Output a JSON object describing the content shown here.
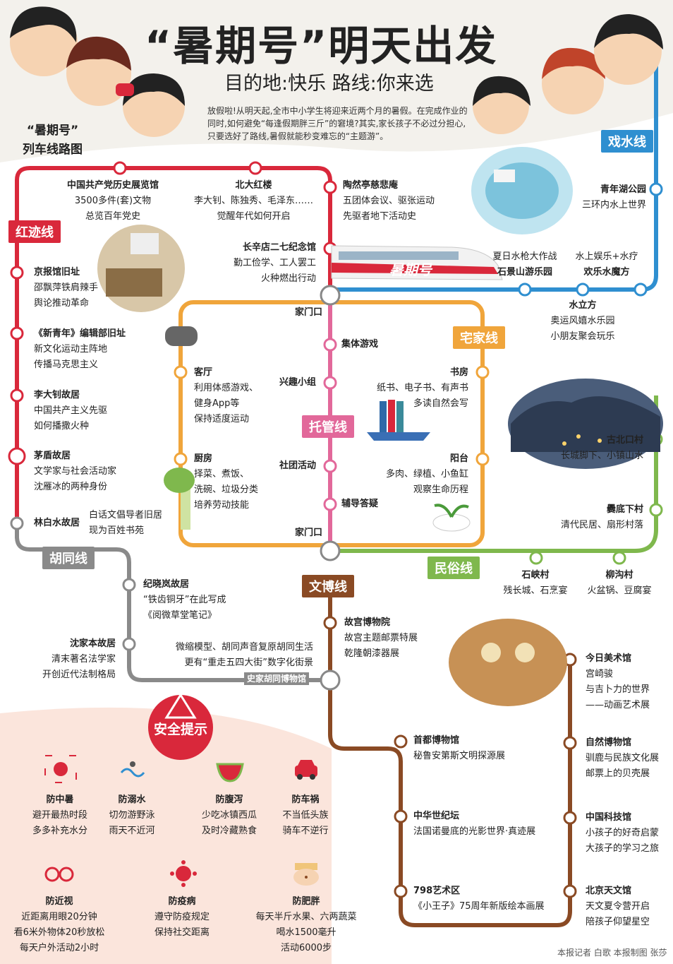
{
  "header": {
    "title": "“暑期号”明天出发",
    "subtitle": "目的地:快乐  路线:你来选",
    "intro": "放假啦!从明天起,全市中小学生将迎来近两个月的暑假。在完成作业的同时,如何避免“每逢假期胖三斤”的窘境?其实,家长孩子不必过分担心,只要选好了路线,暑假就能秒变难忘的“主题游”。",
    "legend_line1": "“暑期号”",
    "legend_line2": "列车线路图",
    "train_label": "暑期号"
  },
  "lines": {
    "red": {
      "name": "红迹线",
      "color": "#d9283b"
    },
    "blue": {
      "name": "戏水线",
      "color": "#2f8fd0"
    },
    "orange": {
      "name": "宅家线",
      "color": "#f0a53b"
    },
    "pink": {
      "name": "托管线",
      "color": "#e2689a"
    },
    "green": {
      "name": "民俗线",
      "color": "#7fb84d"
    },
    "gray": {
      "name": "胡同线",
      "color": "#8a8a8a"
    },
    "brown": {
      "name": "文博线",
      "color": "#8a4a24"
    }
  },
  "stations": {
    "red1": {
      "name": "中国共产党历史展览馆",
      "d1": "3500多件(套)文物",
      "d2": "总览百年党史"
    },
    "red2": {
      "name": "北大红楼",
      "d1": "李大钊、陈独秀、毛泽东……",
      "d2": "觉醒年代如何开启"
    },
    "red3": {
      "name": "陶然亭慈悲庵",
      "d1": "五团体会议、驱张运动",
      "d2": "先驱者地下活动史"
    },
    "red4": {
      "name": "长辛店二七纪念馆",
      "d1": "勤工俭学、工人罢工",
      "d2": "火种燃出行动"
    },
    "red5": {
      "name": "京报馆旧址",
      "d1": "邵飘萍铁肩辣手",
      "d2": "舆论推动革命"
    },
    "red6": {
      "name": "《新青年》编辑部旧址",
      "d1": "新文化运动主阵地",
      "d2": "传播马克思主义"
    },
    "red7": {
      "name": "李大钊故居",
      "d1": "中国共产主义先驱",
      "d2": "如何播撒火种"
    },
    "red8": {
      "name": "茅盾故居",
      "d1": "文学家与社会活动家",
      "d2": "沈雁冰的两种身份"
    },
    "red9": {
      "name": "林白水故居",
      "d1": "白话文倡导者旧居",
      "d2": "现为百姓书苑"
    },
    "blue1": {
      "name": "青年湖公园",
      "d1": "三环内水上世界"
    },
    "blue2": {
      "name": "石景山游乐园",
      "d1": "夏日水枪大作战"
    },
    "blue3": {
      "name": "欢乐水魔方",
      "d1": "水上娱乐+水疗"
    },
    "blue4": {
      "name": "水立方",
      "d1": "奥运风嬉水乐园",
      "d2": "小朋友聚会玩乐"
    },
    "pink_gate_top": "家门口",
    "pink_gate_bottom": "家门口",
    "pink1": "集体游戏",
    "pink2": "兴趣小组",
    "pink3": "社团活动",
    "pink4": "辅导答疑",
    "orange1": {
      "name": "客厅",
      "d1": "利用体感游戏、",
      "d2": "健身App等",
      "d3": "保持适度运动"
    },
    "orange2": {
      "name": "厨房",
      "d1": "择菜、煮饭、",
      "d2": "洗碗、垃圾分类",
      "d3": "培养劳动技能"
    },
    "orange3": {
      "name": "书房",
      "d1": "纸书、电子书、有声书",
      "d2": "多读自然会写"
    },
    "orange4": {
      "name": "阳台",
      "d1": "多肉、绿植、小鱼缸",
      "d2": "观察生命历程"
    },
    "green1": {
      "name": "古北口村",
      "d1": "长城脚下、小镇山水"
    },
    "green2": {
      "name": "爨底下村",
      "d1": "清代民居、扇形村落"
    },
    "green3": {
      "name": "石峡村",
      "d1": "残长城、石烹宴"
    },
    "green4": {
      "name": "柳沟村",
      "d1": "火盆锅、豆腐宴"
    },
    "gray1": {
      "name": "纪晓岚故居",
      "d1": "“铁齿铜牙”在此写成",
      "d2": "《阅微草堂笔记》"
    },
    "gray2": {
      "name": "沈家本故居",
      "d1": "清末著名法学家",
      "d2": "开创近代法制格局"
    },
    "gray3": {
      "name": "史家胡同博物馆",
      "d1": "微缩模型、胡同声音复原胡同生活",
      "d2": "更有“重走五四大街”数字化街景"
    },
    "brown1": {
      "name": "故宫博物院",
      "d1": "故宫主题邮票特展",
      "d2": "乾隆朝漆器展"
    },
    "brown2": {
      "name": "首都博物馆",
      "d1": "秘鲁安第斯文明探源展"
    },
    "brown3": {
      "name": "中华世纪坛",
      "d1": "法国诺曼底的光影世界·真迹展"
    },
    "brown4": {
      "name": "798艺术区",
      "d1": "《小王子》75周年新版绘本画展"
    },
    "brown5": {
      "name": "今日美术馆",
      "d1": "宫崎骏",
      "d2": "与吉卜力的世界",
      "d3": "——动画艺术展"
    },
    "brown6": {
      "name": "自然博物馆",
      "d1": "驯鹿与民族文化展",
      "d2": "邮票上的贝壳展"
    },
    "brown7": {
      "name": "中国科技馆",
      "d1": "小孩子的好奇启蒙",
      "d2": "大孩子的学习之旅"
    },
    "brown8": {
      "name": "北京天文馆",
      "d1": "天文夏令营开启",
      "d2": "陪孩子仰望星空"
    }
  },
  "safety": {
    "title": "安全提示",
    "items": [
      {
        "name": "防中暑",
        "d1": "避开最热时段",
        "d2": "多多补充水分",
        "icon": "sun-icon"
      },
      {
        "name": "防溺水",
        "d1": "切勿游野泳",
        "d2": "雨天不近河",
        "icon": "wave-icon"
      },
      {
        "name": "防腹泻",
        "d1": "少吃冰镇西瓜",
        "d2": "及时冷藏熟食",
        "icon": "watermelon-icon"
      },
      {
        "name": "防车祸",
        "d1": "不当低头族",
        "d2": "骑车不逆行",
        "icon": "car-icon"
      },
      {
        "name": "防近视",
        "d1": "近距离用眼20分钟",
        "d2": "看6米外物体20秒放松",
        "d3": "每天户外活动2小时",
        "icon": "glasses-icon"
      },
      {
        "name": "防疫病",
        "d1": "遵守防疫规定",
        "d2": "保持社交距离",
        "icon": "virus-icon"
      },
      {
        "name": "防肥胖",
        "d1": "每天半斤水果、六两蔬菜",
        "d2": "喝水1500毫升",
        "d3": "活动6000步",
        "icon": "belly-icon"
      }
    ]
  },
  "credit": "本报记者 白歌 本报制图 张莎"
}
